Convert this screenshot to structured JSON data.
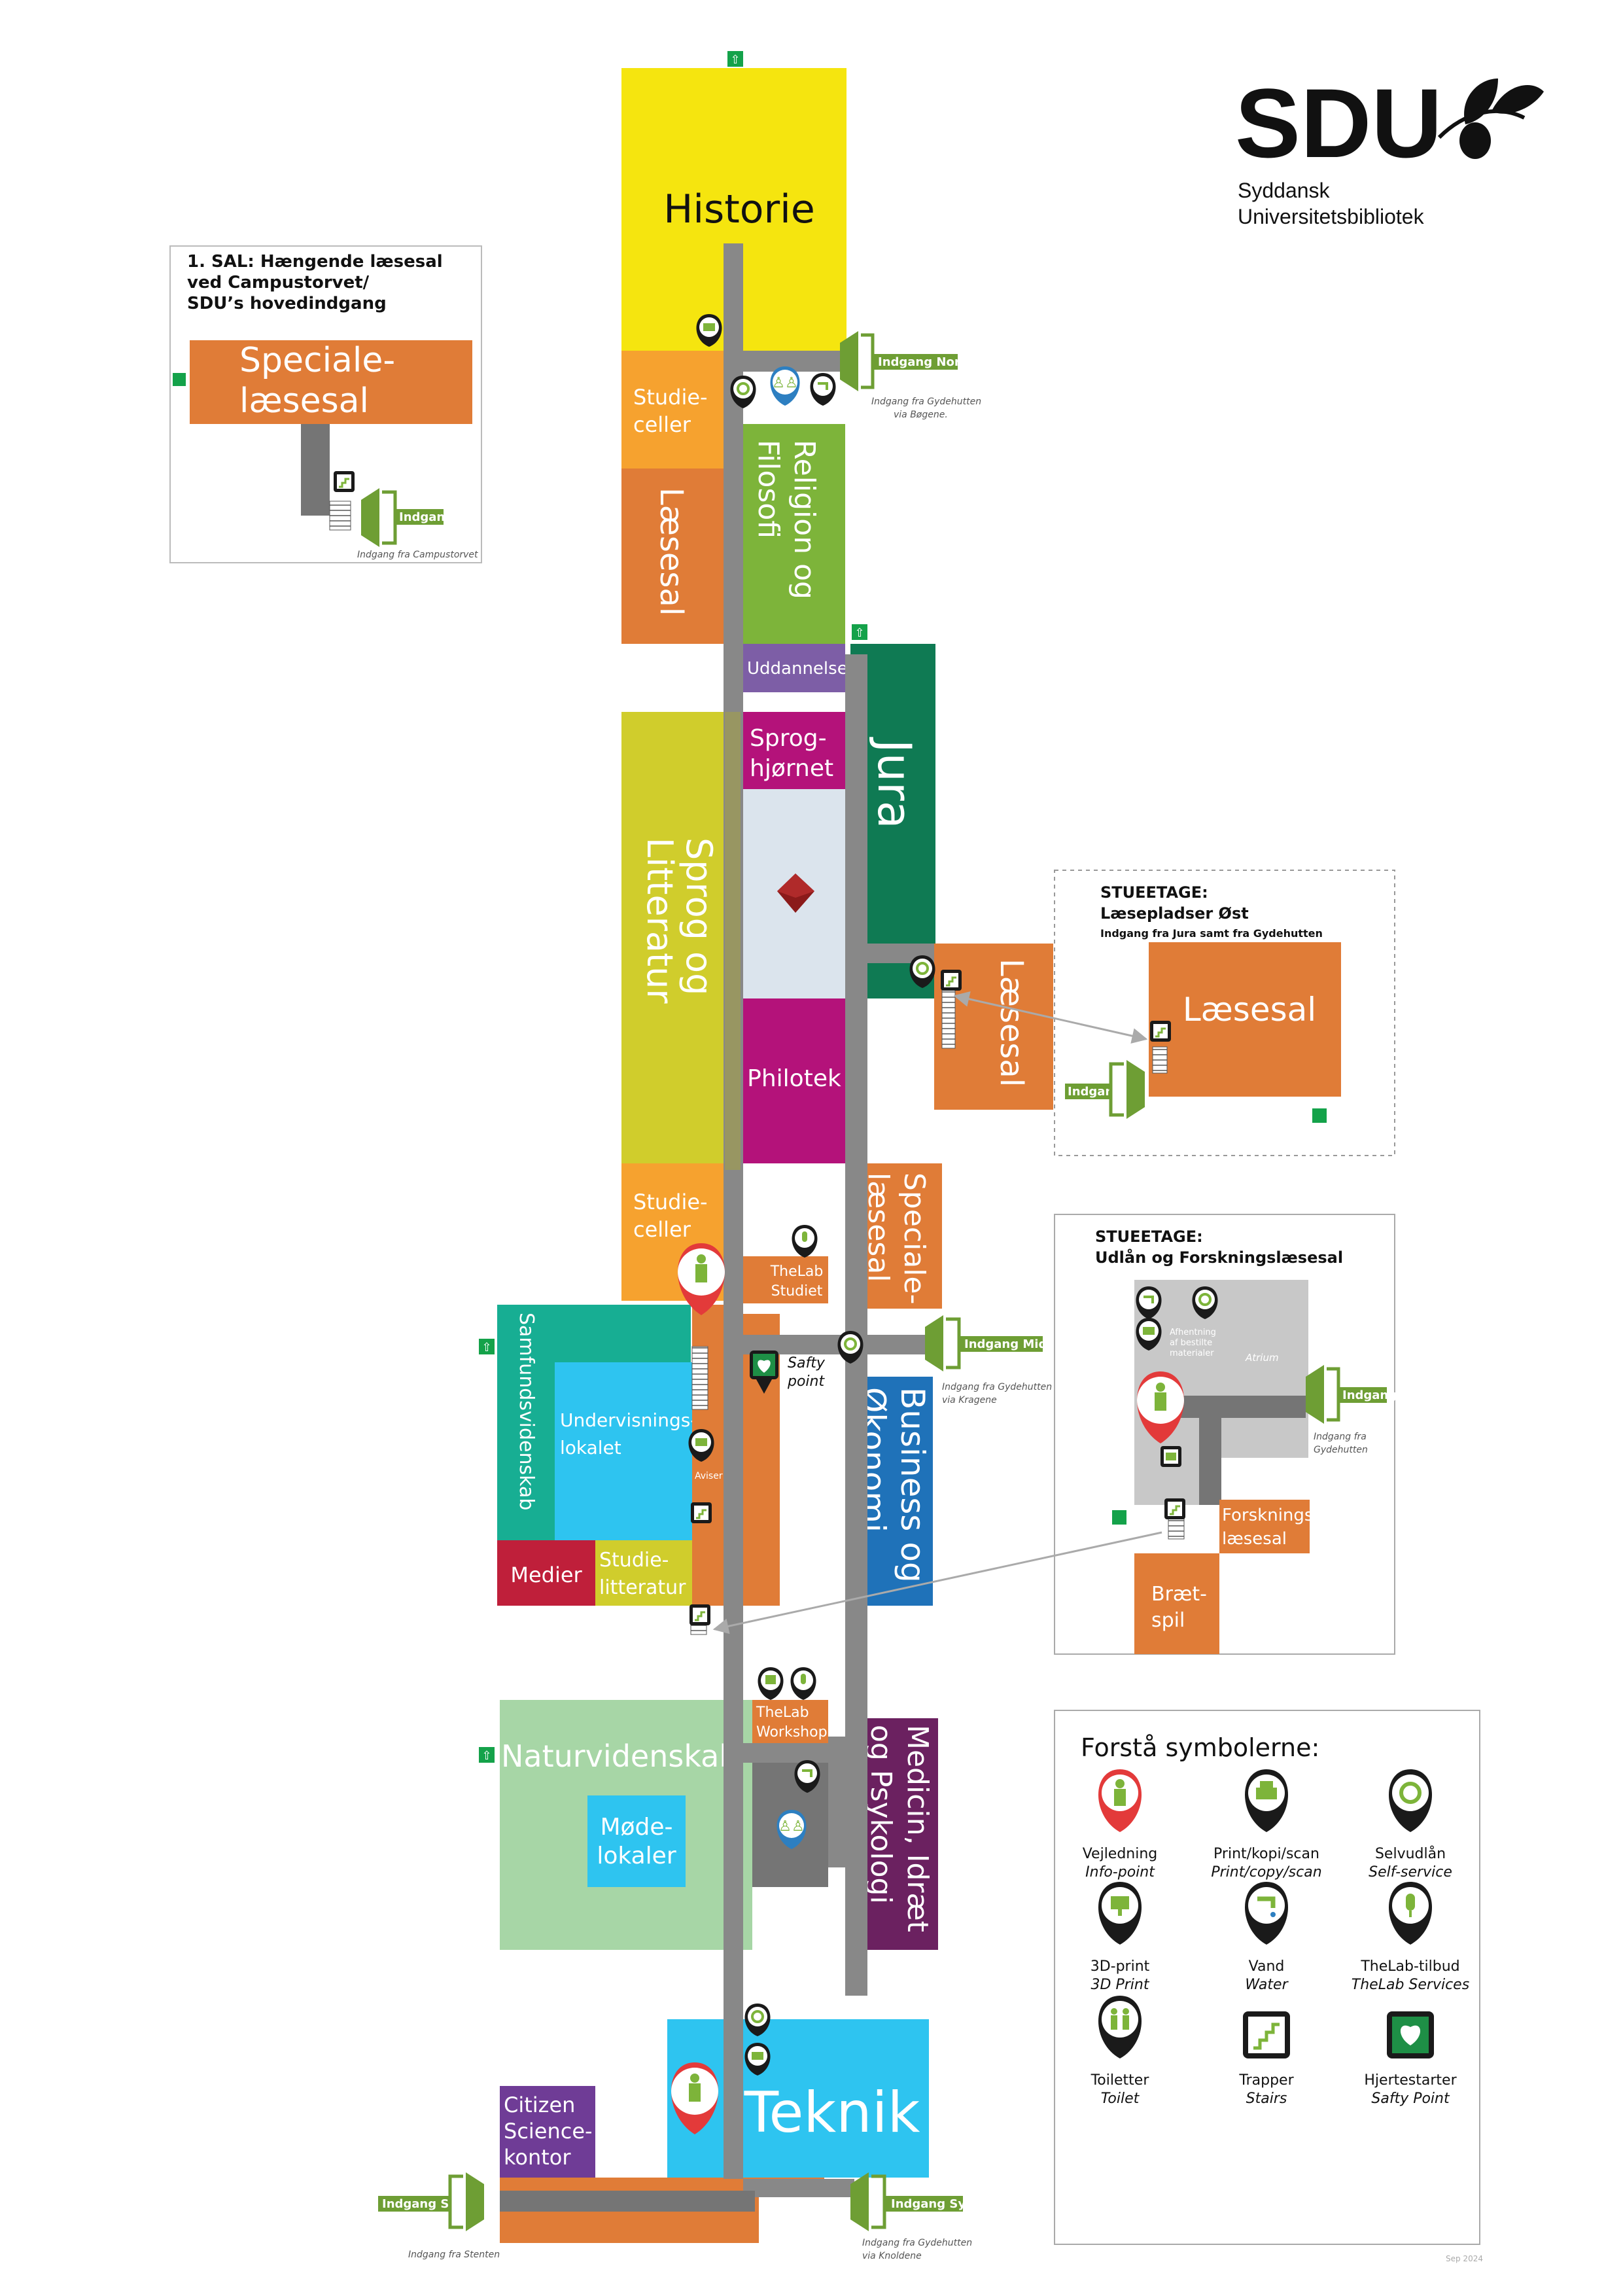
{
  "brand": {
    "logo": "SDU",
    "line1": "Syddansk",
    "line2": "Universitetsbibliotek"
  },
  "colors": {
    "historie": "#f5e50f",
    "orange": "#e07c37",
    "lightorange": "#f6a22f",
    "green": "#7db43a",
    "purple": "#7d5ea6",
    "darkgreen": "#0f7a53",
    "olive": "#d0cd2c",
    "magenta": "#b4127a",
    "paleblue": "#dbe4ed",
    "teal": "#17ae93",
    "cyan": "#2ec4f0",
    "red": "#bf1f3a",
    "blue": "#1f72b9",
    "plum": "#6b2160",
    "mint": "#a7d6a6",
    "violet": "#6f3c96",
    "path": "#888888",
    "exit": "#14a24a",
    "pin_dark": "#1a1a1a",
    "pin_red": "#e33a3a",
    "pin_blue": "#2d7fc1",
    "aed": "#1e8f46",
    "entrance": "#6e9e34"
  },
  "rooms": {
    "historie": "Historie",
    "studieceller_top": [
      "Studie-",
      "celler"
    ],
    "laesesal_left": "Læsesal",
    "religion": [
      "Religion og",
      "Filosofi"
    ],
    "uddannelse": "Uddannelse",
    "jura": "Jura",
    "sproghjornet": [
      "Sprog-",
      "hjørnet"
    ],
    "sprog": [
      "Sprog og",
      "Litteratur"
    ],
    "philotek": "Philotek",
    "laesesal_right": "Læsesal",
    "studieceller_mid": [
      "Studie-",
      "celler"
    ],
    "speciale_mid": [
      "Speciale-",
      "læsesal"
    ],
    "thelab_studiet": [
      "TheLab",
      "Studiet"
    ],
    "samfund": "Samfundsvidenskab",
    "undervisning": [
      "Undervisnings-",
      "lokalet"
    ],
    "aviser": "Aviser",
    "safty": [
      "Safty",
      "point"
    ],
    "business": [
      "Business og",
      "Økonomi"
    ],
    "medier": "Medier",
    "studielitteratur": [
      "Studie-",
      "litteratur"
    ],
    "thelab_workshop": [
      "TheLab",
      "Workshop"
    ],
    "naturvidenskab": "Naturvidenskab",
    "modelokaler": [
      "Møde-",
      "lokaler"
    ],
    "medicin": [
      "Medicin, Idræt",
      "og Psykologi"
    ],
    "citizen": [
      "Citizen",
      "Science-",
      "kontor"
    ],
    "teknik": "Teknik"
  },
  "entrances": {
    "nord": "Indgang Nord",
    "nord_note": [
      "Indgang fra Gydehutten",
      "via Bøgene."
    ],
    "midt": "Indgang Midt",
    "midt_note": [
      "Indgang fra Gydehutten",
      "via Kragene"
    ],
    "syd_right": "Indgang Syd",
    "syd_right_note": [
      "Indgang fra Gydehutten",
      "via Knoldene"
    ],
    "syd_left": "Indgang Syd",
    "syd_left_note": "Indgang fra Stenten"
  },
  "inset_1sal": {
    "title": [
      "1. SAL: Hængende læsesal",
      "ved Campustorvet/",
      "SDU’s hovedindgang"
    ],
    "room": [
      "Speciale-",
      "læsesal"
    ],
    "entrance": "Indgang",
    "note": "Indgang fra Campustorvet"
  },
  "inset_ost": {
    "title": [
      "STUEETAGE:",
      "Læsepladser Øst"
    ],
    "subtitle": "Indgang fra Jura samt fra Gydehutten",
    "room": "Læsesal",
    "entrance": "Indgang"
  },
  "inset_udlaan": {
    "title": [
      "STUEETAGE:",
      "Udlån og Forskningslæsesal"
    ],
    "afhentning": [
      "Afhentning",
      "af bestilte",
      "materialer"
    ],
    "atrium": "Atrium",
    "entrance": "Indgang",
    "note": [
      "Indgang fra",
      "Gydehutten"
    ],
    "forskning": [
      "Forsknings-",
      "læsesal"
    ],
    "braetspil": [
      "Bræt-",
      "spil"
    ]
  },
  "legend": {
    "title": "Forstå symbolerne:",
    "items": [
      {
        "name": "Vejledning",
        "sub": "Info-point",
        "icon": "info-person-icon"
      },
      {
        "name": "Print/kopi/scan",
        "sub": "Print/copy/scan",
        "icon": "printer-icon"
      },
      {
        "name": "Selvudlån",
        "sub": "Self-service",
        "icon": "self-service-icon"
      },
      {
        "name": "3D-print",
        "sub": "3D Print",
        "icon": "3d-print-icon"
      },
      {
        "name": "Vand",
        "sub": "Water",
        "icon": "water-tap-icon"
      },
      {
        "name": "TheLab-tilbud",
        "sub": "TheLab Services",
        "icon": "microphone-icon"
      },
      {
        "name": "Toiletter",
        "sub": "Toilet",
        "icon": "toilet-icon"
      },
      {
        "name": "Trapper",
        "sub": "Stairs",
        "icon": "stairs-icon"
      },
      {
        "name": "Hjertestarter",
        "sub": "Safty Point",
        "icon": "aed-heart-icon"
      }
    ]
  },
  "date": "Sep 2024"
}
